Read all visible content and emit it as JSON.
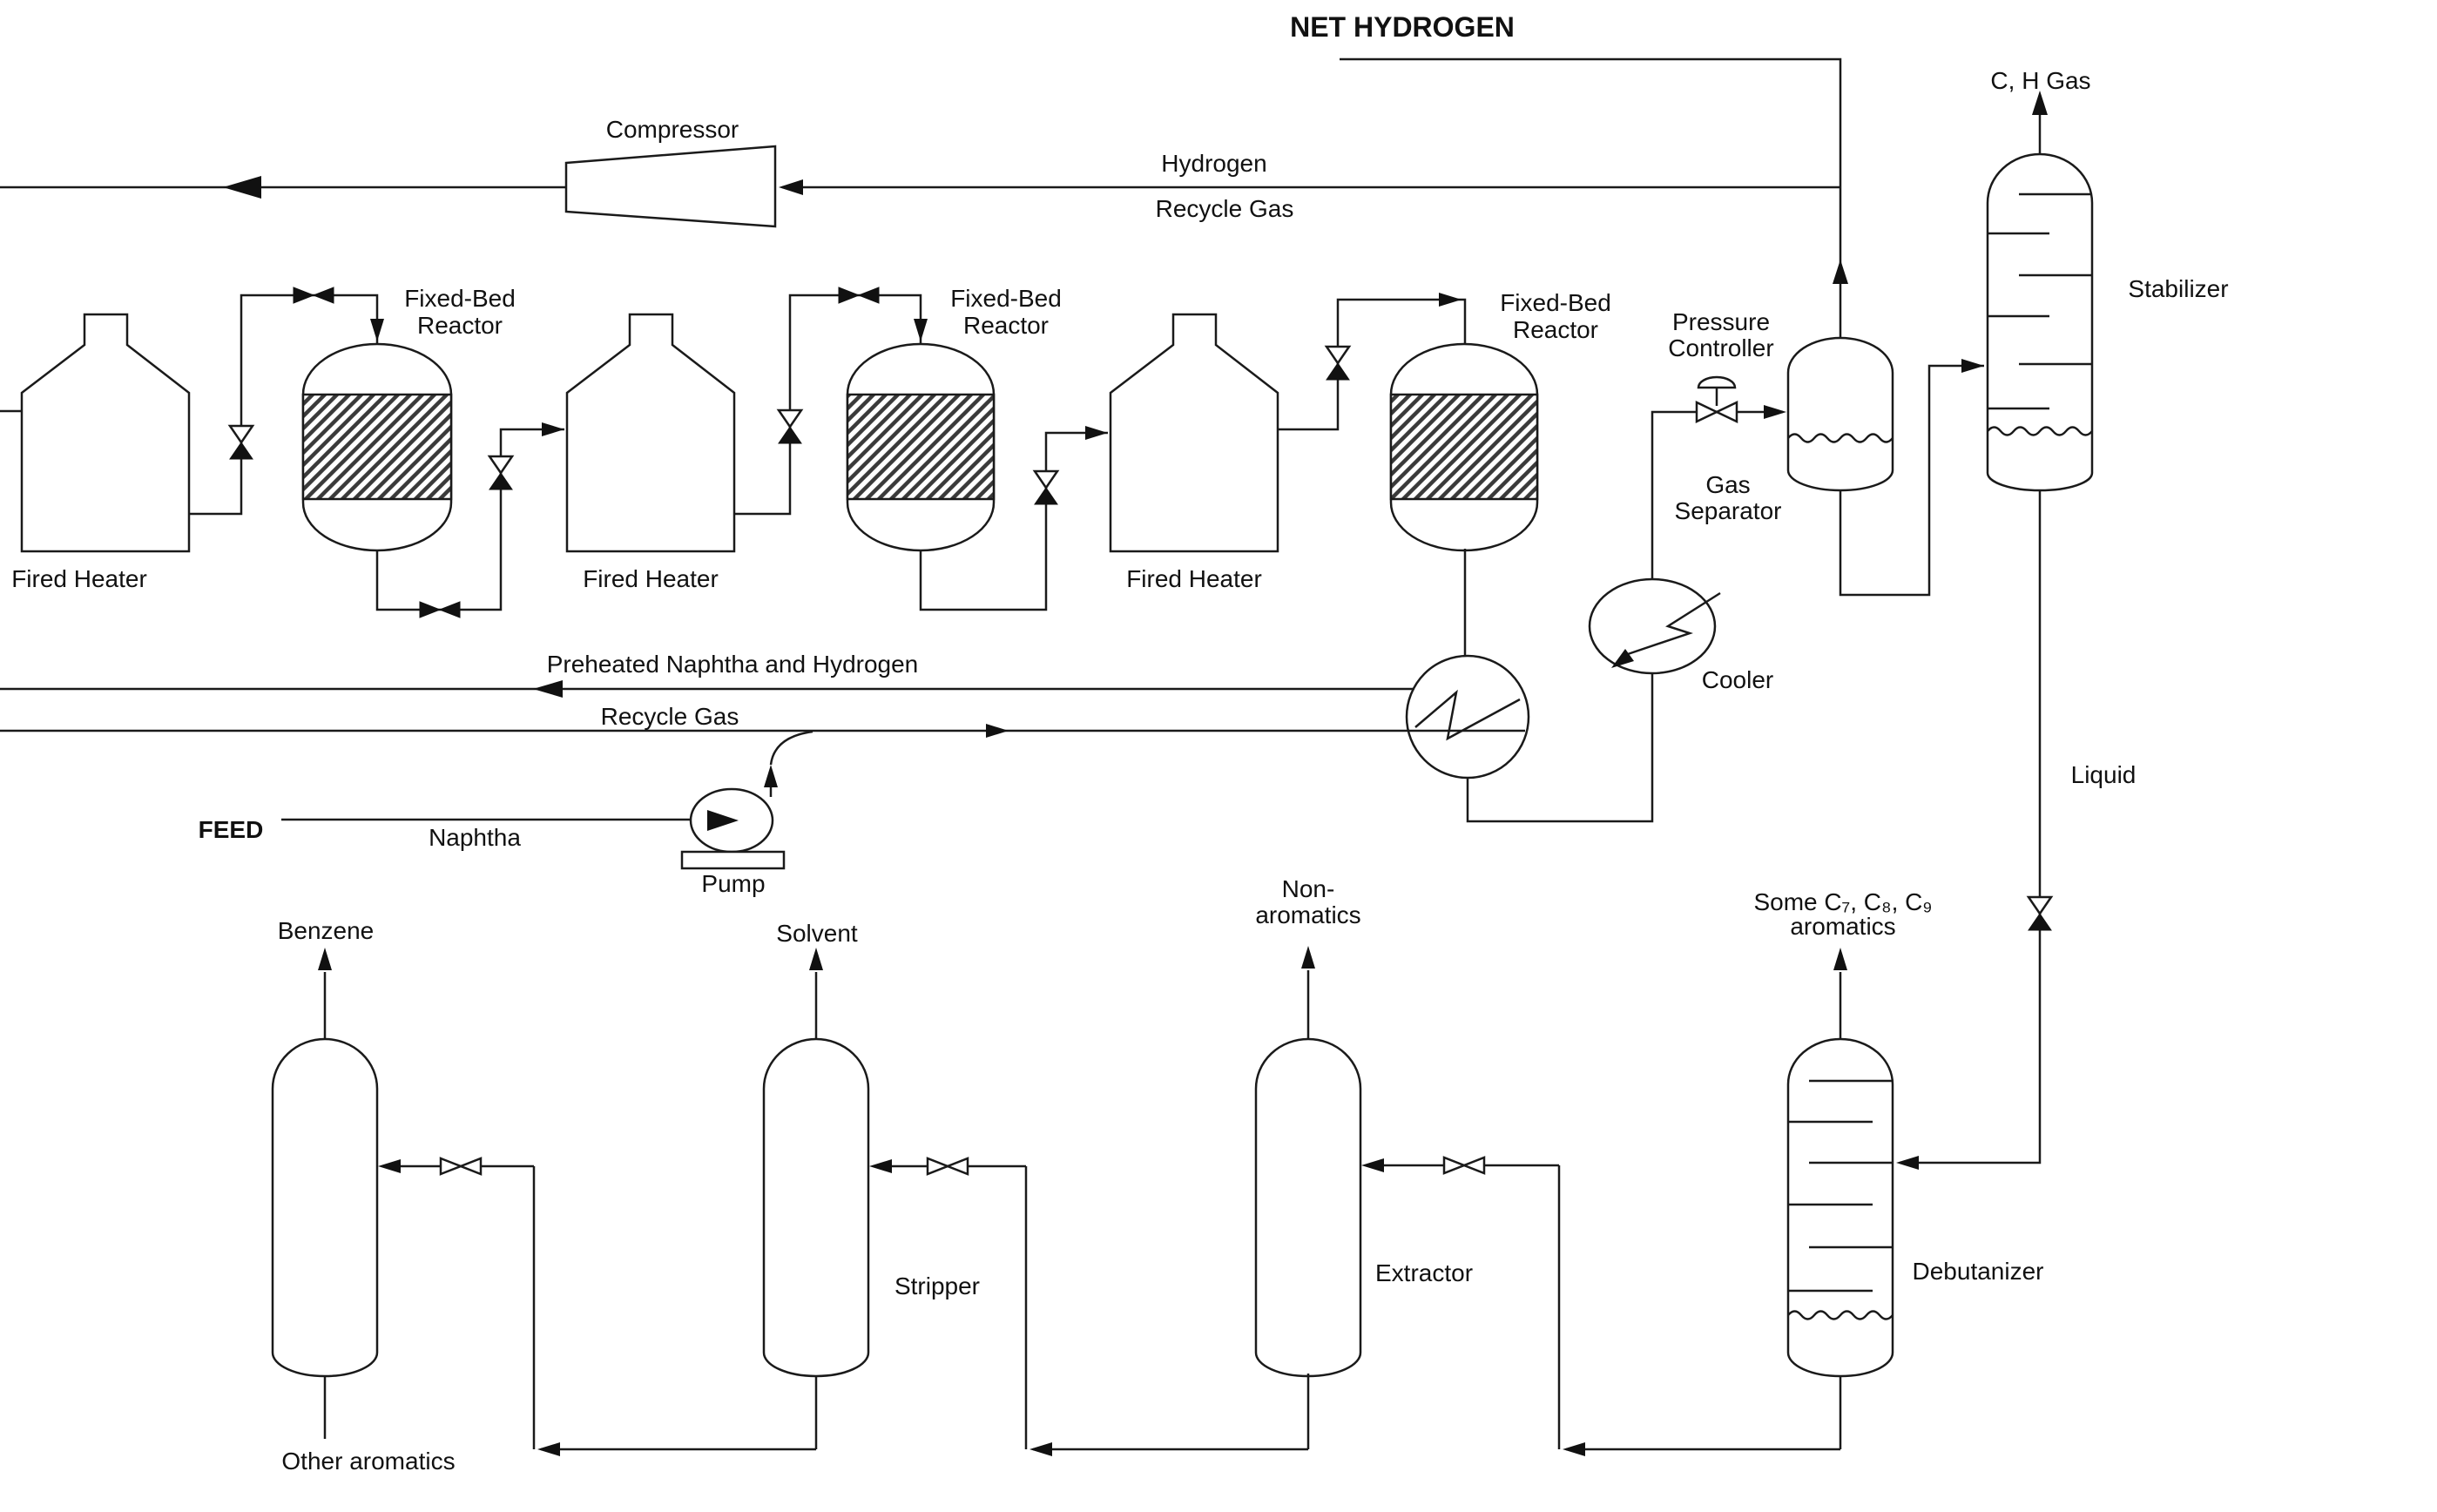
{
  "colors": {
    "line": "#1a1a1a",
    "text": "#111111",
    "background": "#ffffff"
  },
  "labels": {
    "net_hydrogen": "NET HYDROGEN",
    "compressor": "Compressor",
    "hydrogen": "Hydrogen",
    "recycle_gas_top": "Recycle Gas",
    "c_h_gas": "C, H Gas",
    "stabilizer": "Stabilizer",
    "fixed_bed": {
      "line1": "Fixed-Bed",
      "line2": "Reactor"
    },
    "fired_heater": "Fired Heater",
    "pressure_controller": {
      "line1": "Pressure",
      "line2": "Controller"
    },
    "gas_separator": {
      "line1": "Gas",
      "line2": "Separator"
    },
    "cooler": "Cooler",
    "preheated": "Preheated Naphtha and Hydrogen",
    "recycle_gas_mid": "Recycle Gas",
    "feed": "FEED",
    "naphtha": "Naphtha",
    "pump": "Pump",
    "liquid": "Liquid",
    "benzene": "Benzene",
    "solvent": "Solvent",
    "non_aromatics": {
      "line1": "Non-",
      "line2": "aromatics"
    },
    "some_aromatics": {
      "line1": "Some C₇, C₈, C₉",
      "line2": "aromatics"
    },
    "stripper": "Stripper",
    "extractor": "Extractor",
    "debutanizer": "Debutanizer",
    "other_aromatics": "Other aromatics"
  }
}
